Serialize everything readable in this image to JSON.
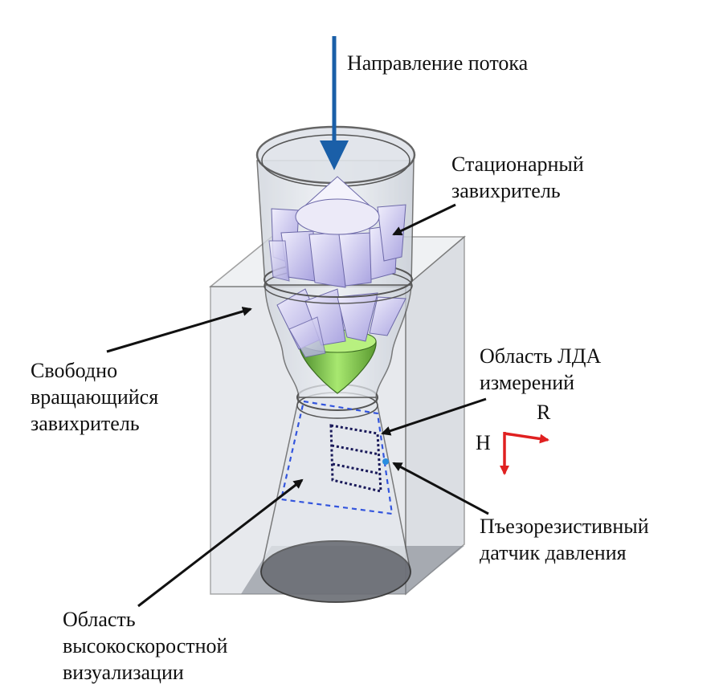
{
  "labels": {
    "flow_direction": "Направление потока",
    "stationary_swirler": [
      "Стационарный",
      "завихритель"
    ],
    "free_swirler": [
      "Свободно",
      "вращающийся",
      "завихритель"
    ],
    "lda_region": [
      "Область ЛДА",
      "измерений"
    ],
    "pressure_sensor": [
      "Пъезорезистивный",
      "датчик давления"
    ],
    "visualization_region": [
      "Область",
      "высокоскоростной",
      "визуализации"
    ]
  },
  "axes": {
    "radial": "R",
    "height": "H"
  },
  "colors": {
    "flow_arrow": "#1a5fa8",
    "axis_arrows": "#e02020",
    "lda_box": "#1a1a5a",
    "dashed_region": "#3355dd",
    "swirler_body": "#7cd040",
    "blades": "#c8c4f0",
    "glass_outline": "#555555"
  }
}
